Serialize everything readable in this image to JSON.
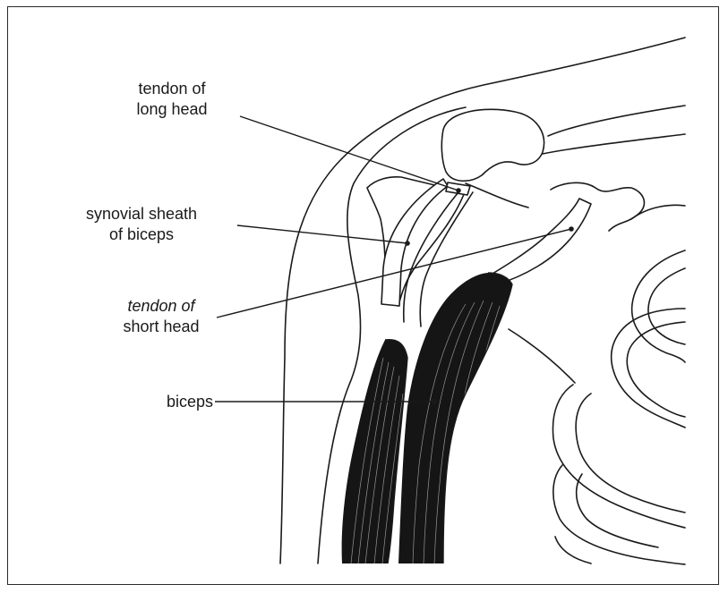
{
  "labels": {
    "tendon_long_head": [
      "tendon of",
      "long head"
    ],
    "synovial_sheath": [
      "synovial sheath",
      "of biceps"
    ],
    "tendon_short_head": [
      "tendon of",
      "short head"
    ],
    "biceps": "biceps"
  },
  "colors": {
    "line": "#1a1a1a",
    "muscle_dark": "#111111",
    "background": "#ffffff"
  }
}
